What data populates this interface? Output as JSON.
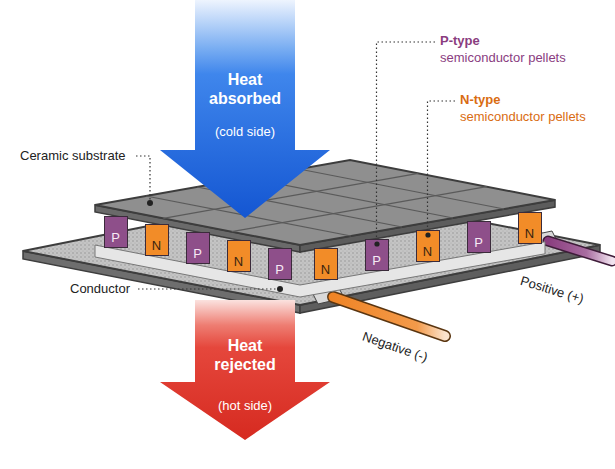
{
  "diagram": {
    "nodes": [
      {
        "text": [
          "Heat absorbed",
          "(cold side)"
        ]
      },
      {
        "text": [
          "P"
        ]
      },
      {
        "text": [
          "N"
        ]
      },
      {
        "text": [
          "P"
        ]
      },
      {
        "text": [
          "N"
        ]
      },
      {
        "text": [
          "P"
        ]
      },
      {
        "text": [
          "N"
        ]
      },
      {
        "text": [
          "P"
        ]
      },
      {
        "text": [
          "N"
        ]
      },
      {
        "text": [
          "P"
        ]
      },
      {
        "text": [
          "N"
        ]
      },
      {
        "text": [
          "Heat rejected",
          "(hot side)"
        ]
      }
    ],
    "labels": [
      "Ceramic substrate",
      "P-type",
      "semiconductor pellets",
      "N-type",
      "semiconductor pellets",
      "Conductor",
      "Positive (+)",
      "Negative (-)"
    ]
  }
}
